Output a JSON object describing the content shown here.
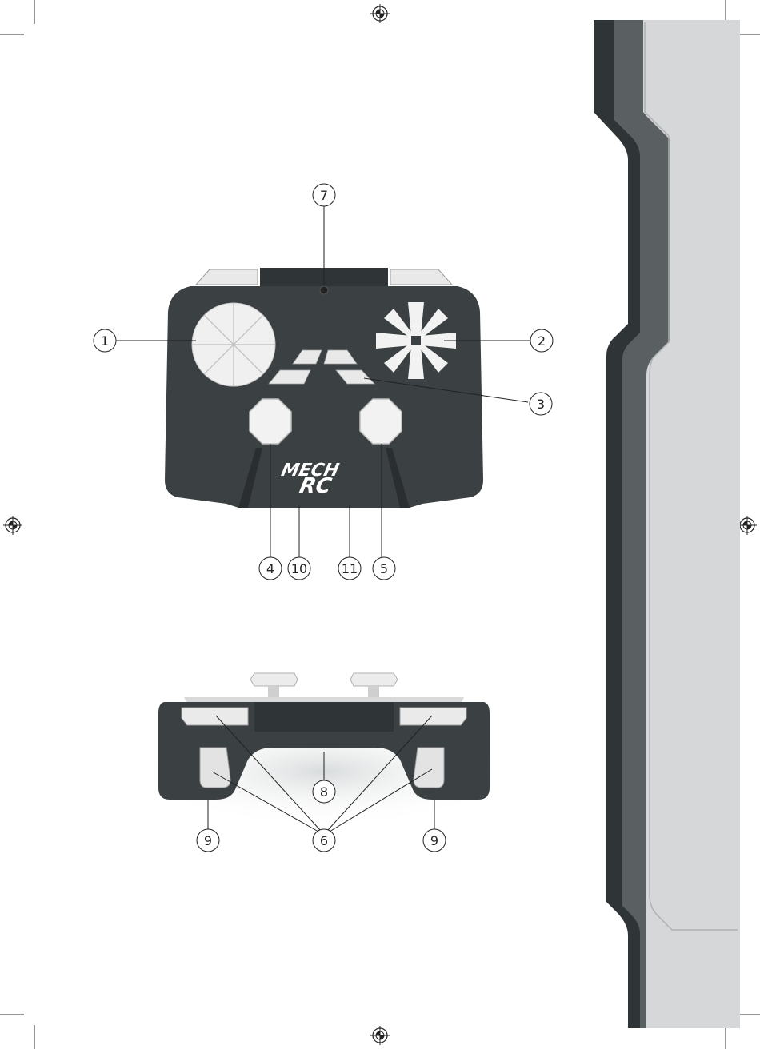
{
  "logo": {
    "line1": "MECH",
    "line2": "RC"
  },
  "callouts": {
    "c1": "1",
    "c2": "2",
    "c3": "3",
    "c4": "4",
    "c5": "5",
    "c6": "6",
    "c7": "7",
    "c8": "8",
    "c9a": "9",
    "c9b": "9",
    "c10": "10",
    "c11": "11"
  },
  "colors": {
    "body": "#3b4042",
    "body_dark": "#2a2e30",
    "button_light": "#e9e9e9",
    "sidebar_dark": "#2f3436",
    "sidebar_mid": "#5a5f61",
    "sidebar_light": "#d6d7d8"
  },
  "icons": [
    "registration-mark-icon"
  ]
}
